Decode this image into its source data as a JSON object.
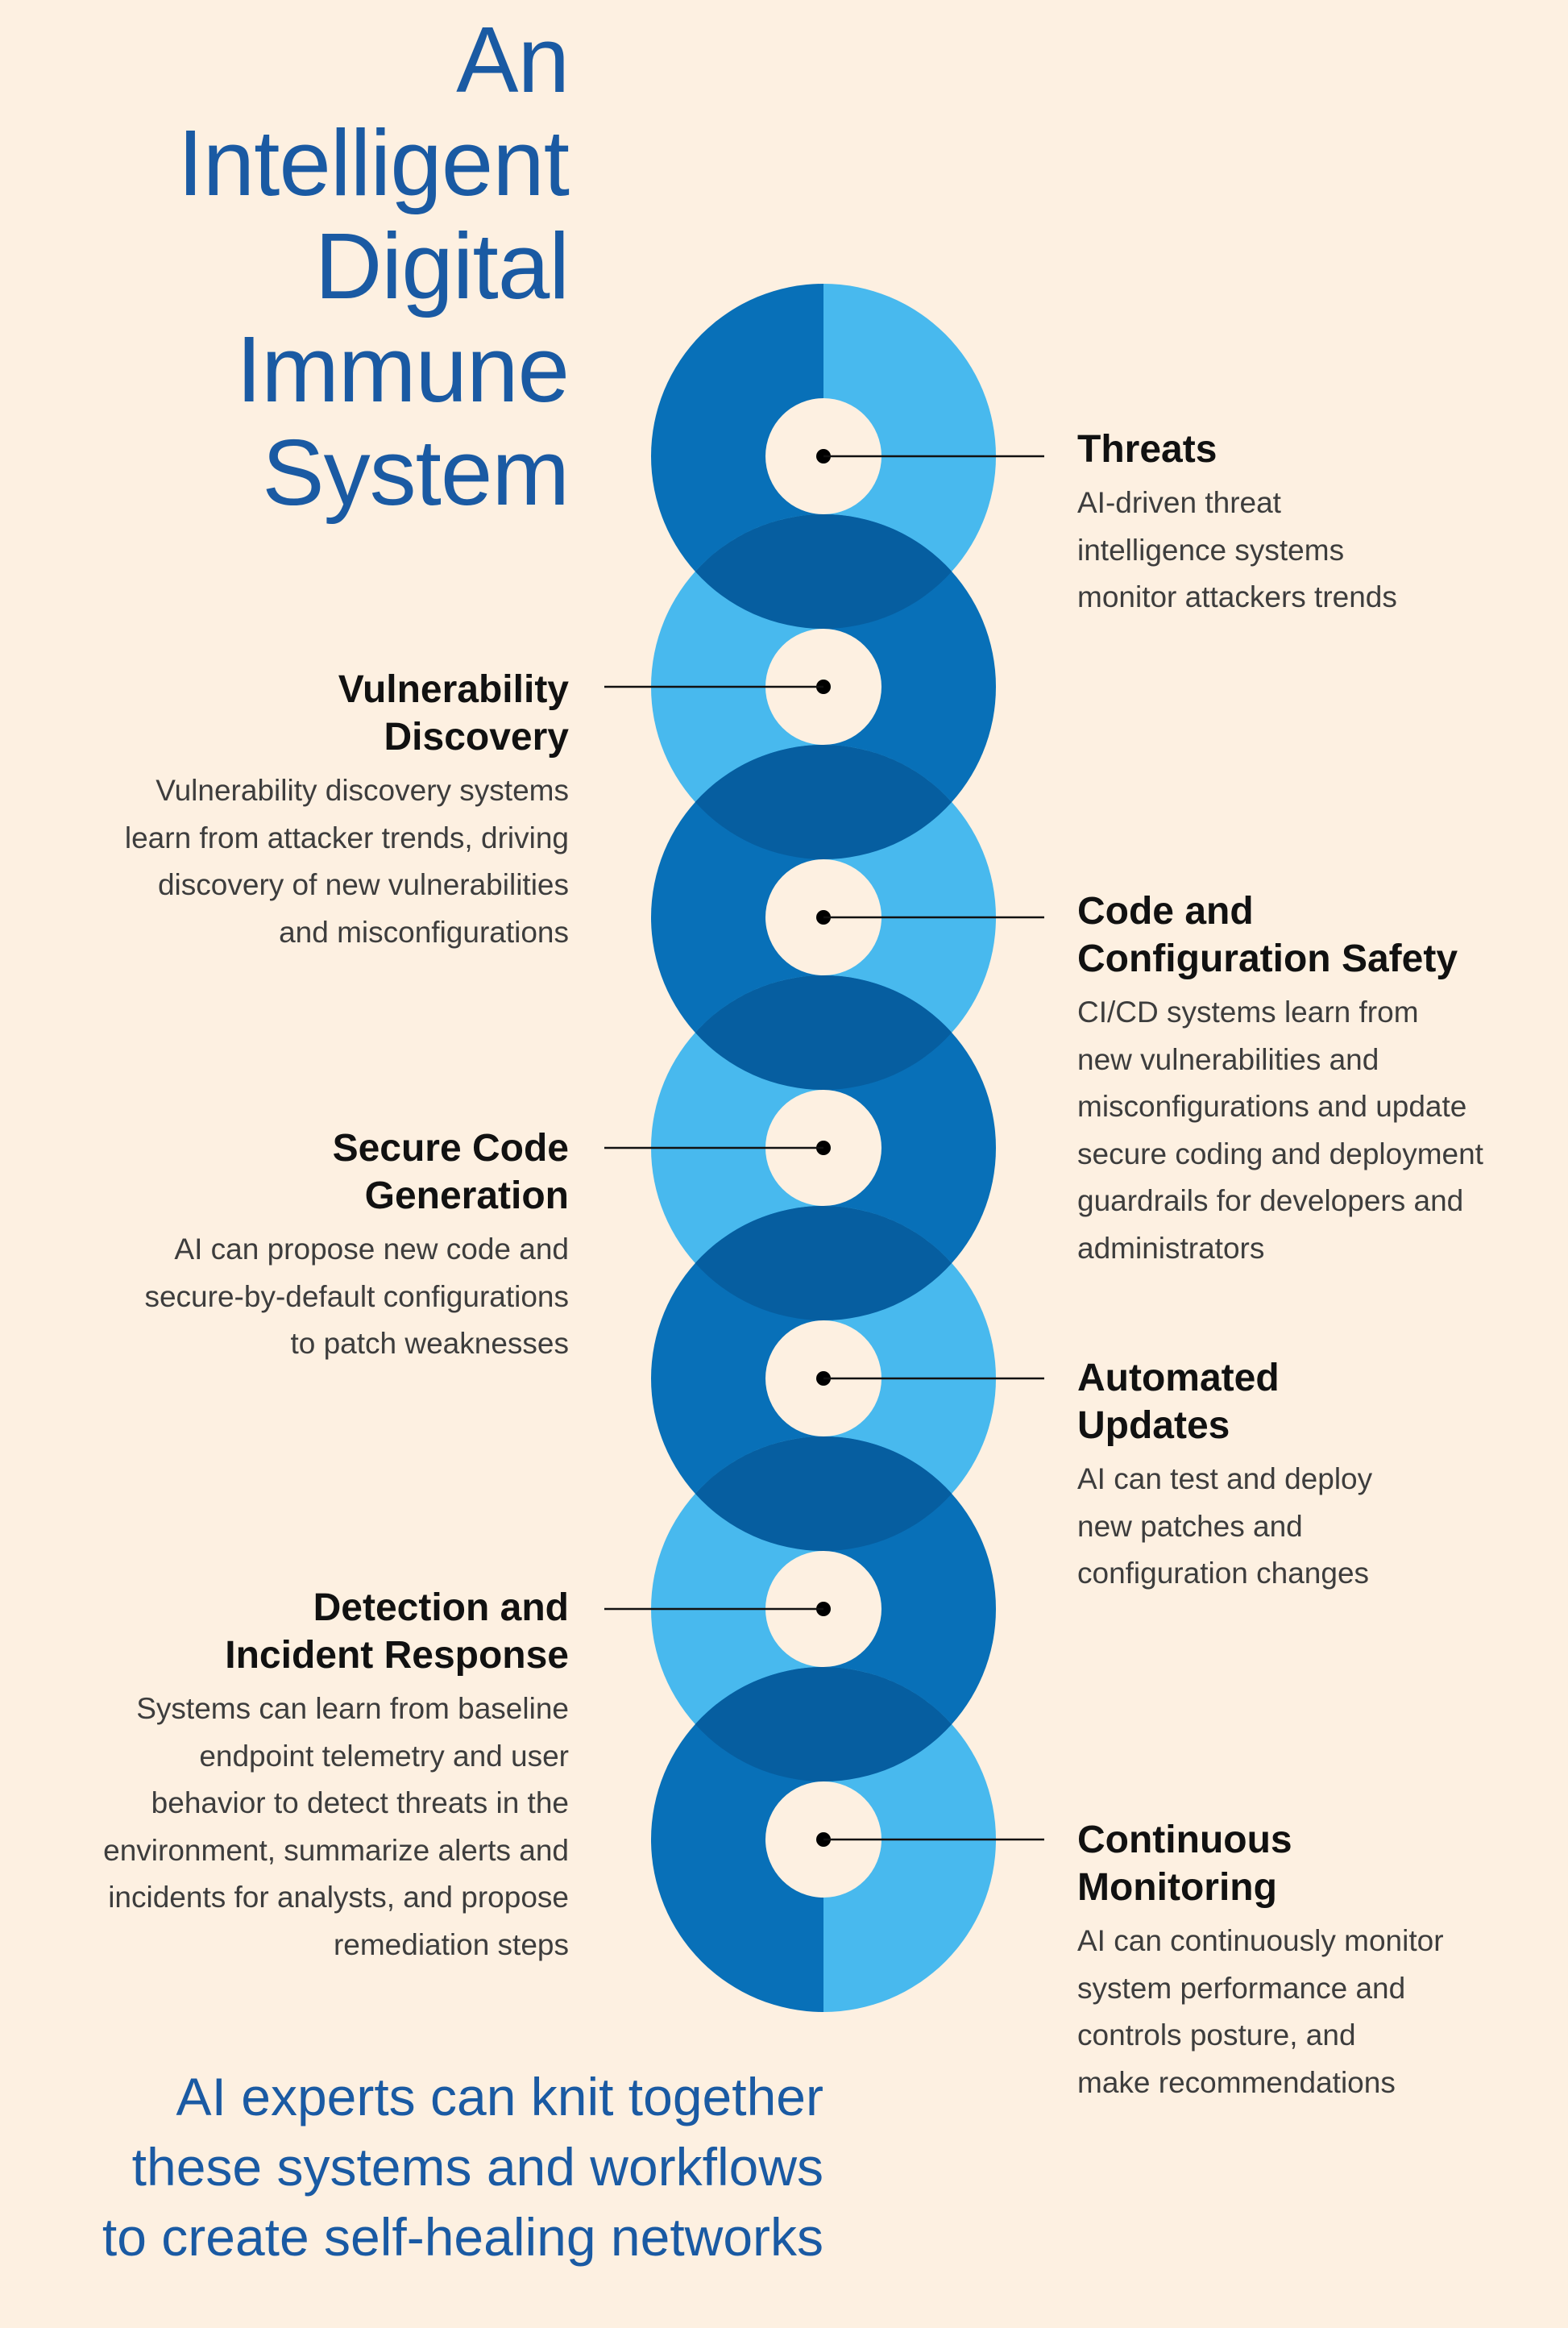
{
  "title_lines": [
    "An",
    "Intelligent",
    "Digital",
    "Immune",
    "System"
  ],
  "colors": {
    "background": "#fdf0e1",
    "title": "#1a5aa3",
    "dark_blue": "#0870b8",
    "light_blue": "#48b9ee",
    "overlap_blue": "#065ea0",
    "center_dot": "#000000",
    "connector": "#111111"
  },
  "callouts": [
    {
      "id": "threats",
      "side": "right",
      "heading": [
        "Threats"
      ],
      "description": [
        "AI-driven threat",
        "intelligence systems",
        "monitor attackers trends"
      ]
    },
    {
      "id": "vulnerability-discovery",
      "side": "left",
      "heading": [
        "Vulnerability",
        "Discovery"
      ],
      "description": [
        "Vulnerability discovery systems",
        "learn from attacker trends, driving",
        "discovery of new vulnerabilities",
        "and misconfigurations"
      ]
    },
    {
      "id": "code-config-safety",
      "side": "right",
      "heading": [
        "Code and",
        "Configuration Safety"
      ],
      "description": [
        "CI/CD systems learn from",
        "new vulnerabilities and",
        "misconfigurations and update",
        "secure coding and deployment",
        "guardrails for developers and",
        "administrators"
      ]
    },
    {
      "id": "secure-code-generation",
      "side": "left",
      "heading": [
        "Secure Code",
        "Generation"
      ],
      "description": [
        "AI can propose new code and",
        "secure-by-default configurations",
        "to patch weaknesses"
      ]
    },
    {
      "id": "automated-updates",
      "side": "right",
      "heading": [
        "Automated",
        "Updates"
      ],
      "description": [
        "AI can test and deploy",
        "new patches and",
        "configuration changes"
      ]
    },
    {
      "id": "detection-incident-response",
      "side": "left",
      "heading": [
        "Detection and",
        "Incident Response"
      ],
      "description": [
        "Systems can learn from baseline",
        "endpoint telemetry and user",
        "behavior to detect threats in the",
        "environment, summarize alerts and",
        "incidents for analysts, and propose",
        "remediation steps"
      ]
    },
    {
      "id": "continuous-monitoring",
      "side": "right",
      "heading": [
        "Continuous",
        "Monitoring"
      ],
      "description": [
        "AI can continuously monitor",
        "system performance and",
        "controls posture, and",
        "make recommendations"
      ]
    }
  ],
  "footer_lines": [
    "AI experts can knit together",
    "these systems and workflows",
    "to create self-healing networks"
  ]
}
